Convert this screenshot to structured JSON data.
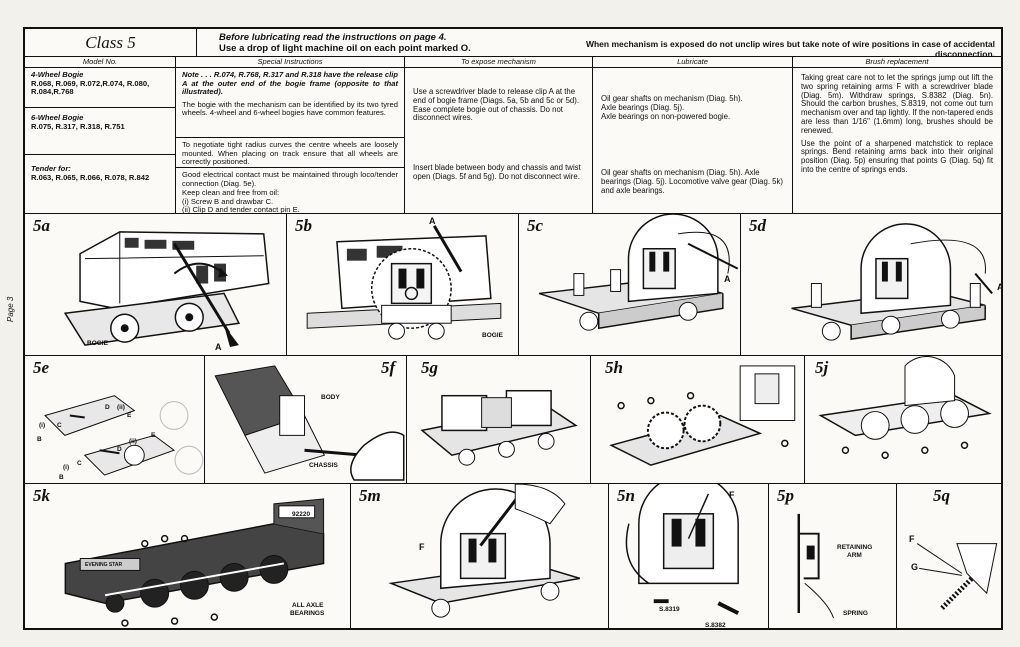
{
  "page_label": "Page 3",
  "header": {
    "title": "Class 5",
    "before_line1": "Before lubricating read the instructions on page 4.",
    "before_line2": "Use a drop of light machine oil on each point marked O.",
    "warning": "When mechanism is exposed do not unclip wires but take note of wire positions in case of accidental disconnection."
  },
  "columns": {
    "model": "Model No.",
    "special": "Special Instructions",
    "expose": "To expose mechanism",
    "lubricate": "Lubricate",
    "brush": "Brush replacement"
  },
  "models": [
    {
      "heading": "4-Wheel Bogie",
      "numbers": "R.068, R.069, R.072,R.074, R.080, R.084,R.768"
    },
    {
      "heading": "6-Wheel Bogie",
      "numbers": "R.075, R.317, R.318, R.751"
    },
    {
      "heading": "Tender for:",
      "numbers": "R.063, R.065, R.066, R.078, R.842"
    }
  ],
  "special": {
    "note": "Note . . . R.074, R.768, R.317 and R.318 have the release clip A at the outer end of the bogie frame (opposite to that illustrated).",
    "bogie": "The bogie with the mechanism can be identified by its two tyred wheels. 4-wheel and 6-wheel bogies have common features.",
    "radius": "To negotiate tight radius curves the centre wheels are loosely mounted. When placing on track ensure that all wheels are correctly positioned.",
    "contact": "Good electrical contact must be maintained through loco/tender connection (Diag. 5e).",
    "keep": "Keep clean and free from oil:",
    "keep_i": "(i)  Screw B and drawbar C.",
    "keep_ii": "(ii)  Clip D and tender contact pin E."
  },
  "expose": {
    "bogie": "Use a screwdriver blade to release clip A at the end of bogie frame (Diags. 5a, 5b and 5c or 5d). Ease complete bogie out of chassis. Do not disconnect wires.",
    "tender": "Insert blade between body and chassis and twist open (Diags. 5f and 5g). Do not disconnect wire."
  },
  "lubricate": {
    "bogie_1": "Oil gear shafts on mechanism (Diag. 5h).",
    "bogie_2": "Axle bearings (Diag. 5j).",
    "bogie_3": "Axle bearings on non-powered bogie.",
    "tender": "Oil gear shafts on mechanism (Diag. 5h). Axle bearings (Diag. 5j). Locomotive valve gear (Diag. 5k) and axle bearings."
  },
  "brush": {
    "p1": "Taking great care not to let the springs jump out lift the two spring retaining arms F with a screwdriver blade (Diag. 5m). Withdraw springs, S.8382 (Diag. 5n). Should the carbon brushes, S.8319, not come out turn mechanism over and tap lightly. If the non-tapered ends are less than 1/16\" (1.6mm) long, brushes should be renewed.",
    "p2": "Use the point of a sharpened matchstick to replace springs. Bend retaining arms back into their original position (Diag. 5p) ensuring that points G (Diag. 5q) fit into the centre of springs ends."
  },
  "diagrams": {
    "d5a": {
      "label": "5a",
      "c1": "BOGIE",
      "c2": "A"
    },
    "d5b": {
      "label": "5b",
      "c1": "A",
      "c2": "BOGIE"
    },
    "d5c": {
      "label": "5c",
      "c1": "A"
    },
    "d5d": {
      "label": "5d",
      "c1": "A"
    },
    "d5e": {
      "label": "5e",
      "c1": "D",
      "c2": "(ii)",
      "c3": "E",
      "c4": "(i)",
      "c5": "C",
      "c6": "B",
      "c7": "D",
      "c8": "(ii)",
      "c9": "E",
      "c10": "(i)",
      "c11": "C",
      "c12": "B"
    },
    "d5f": {
      "label": "5f",
      "c1": "BODY",
      "c2": "CHASSIS"
    },
    "d5g": {
      "label": "5g"
    },
    "d5h": {
      "label": "5h"
    },
    "d5j": {
      "label": "5j"
    },
    "d5k": {
      "label": "5k",
      "c1": "92220",
      "c2": "EVENING STAR",
      "c3": "ALL AXLE",
      "c4": "BEARINGS"
    },
    "d5m": {
      "label": "5m",
      "c1": "F"
    },
    "d5n": {
      "label": "5n",
      "c1": "F",
      "c2": "S.8319",
      "c3": "S.8382"
    },
    "d5p": {
      "label": "5p",
      "c1": "RETAINING",
      "c2": "ARM",
      "c3": "SPRING"
    },
    "d5q": {
      "label": "5q",
      "c1": "F",
      "c2": "G"
    }
  }
}
